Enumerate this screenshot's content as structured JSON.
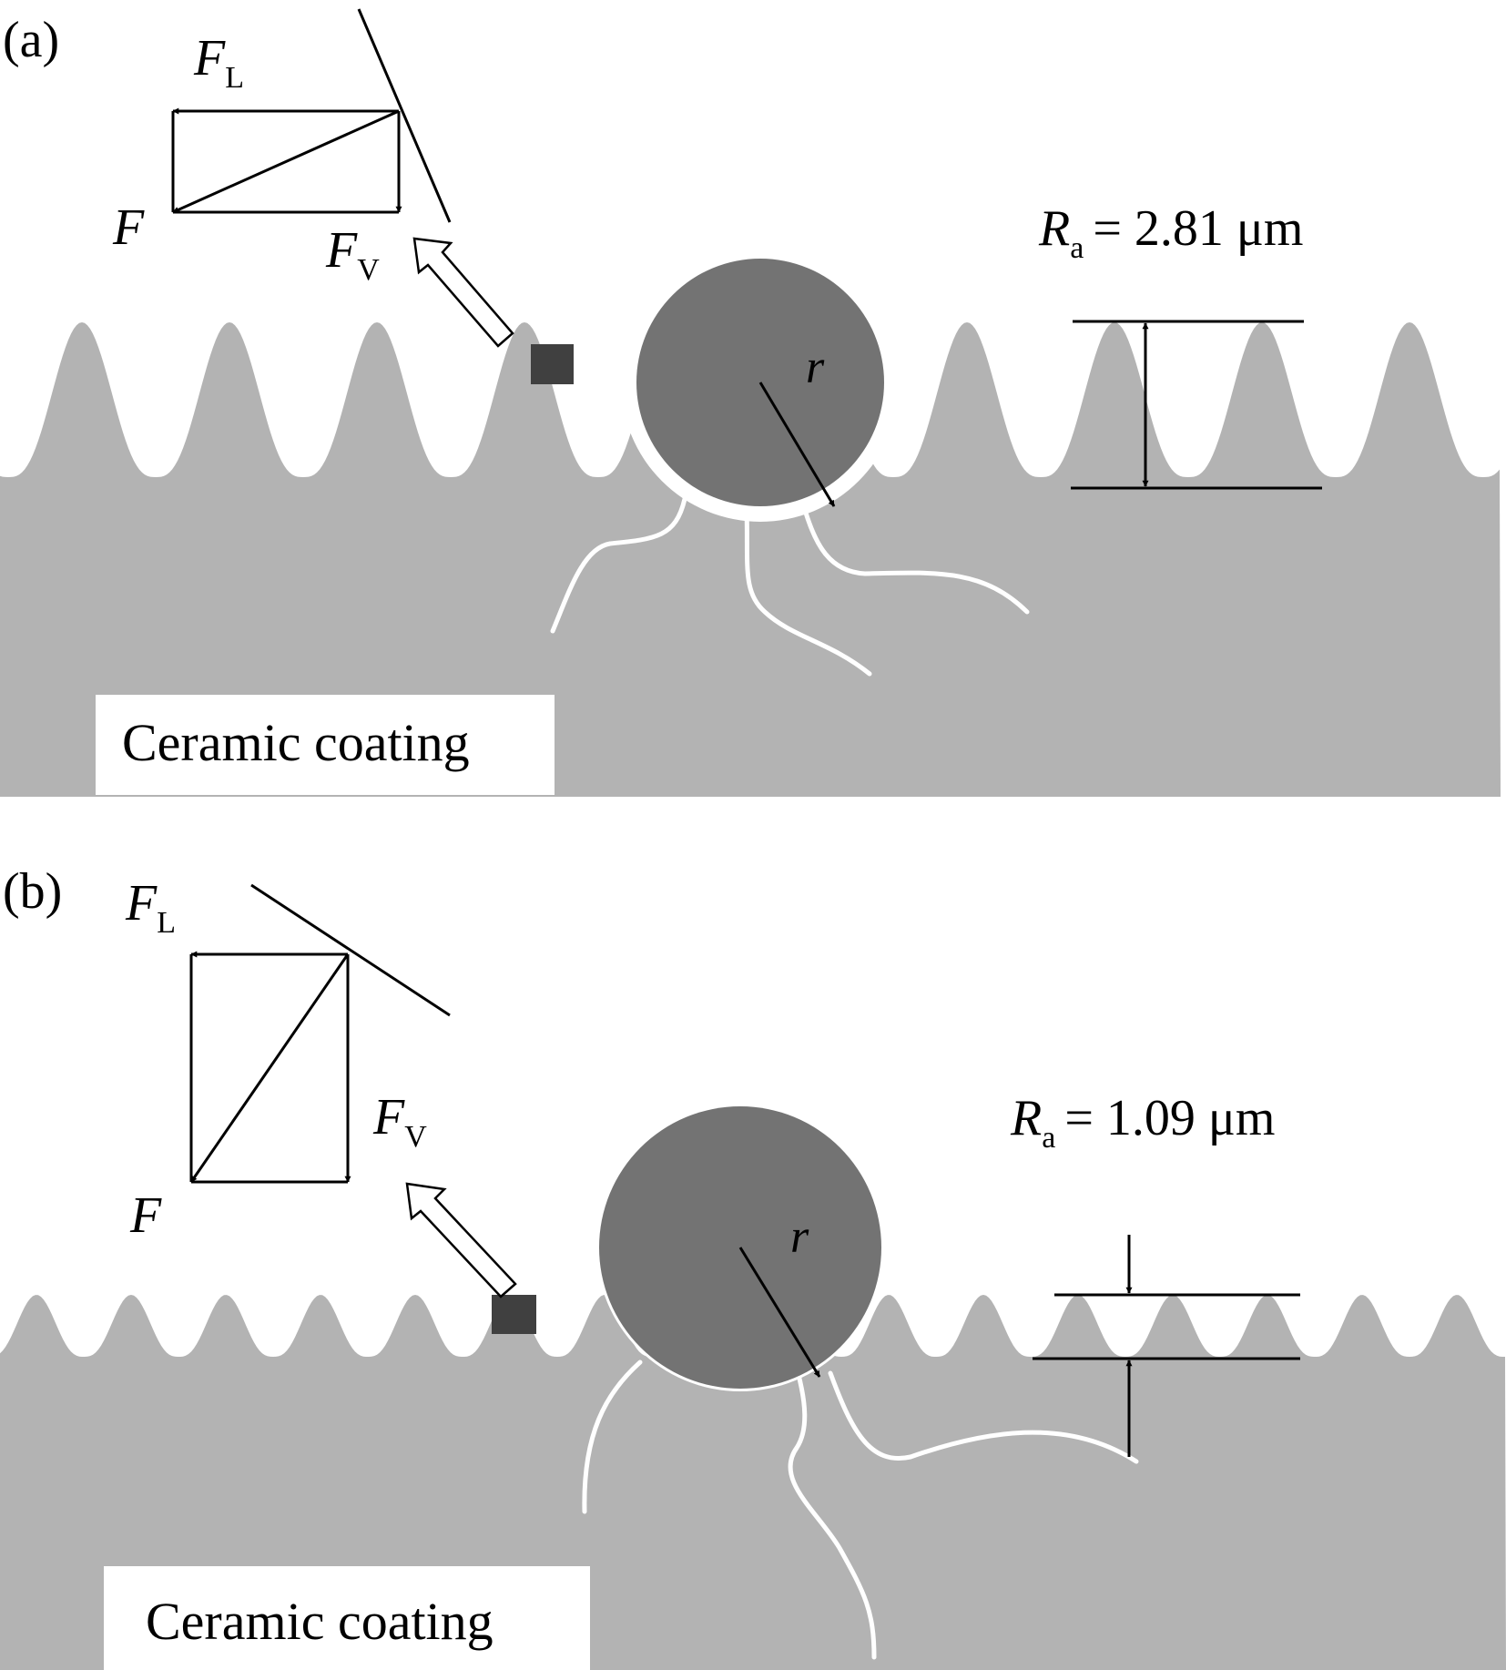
{
  "panels": [
    {
      "tag": "(a)",
      "force_labels": {
        "lateral": "F",
        "lateral_sub": "L",
        "vertical": "F",
        "vertical_sub": "V",
        "resultant": "F"
      },
      "radius_label": "r",
      "roughness": {
        "symbol": "R",
        "subscript": "a",
        "value": "= 2.81 μm"
      },
      "material_label": "Ceramic coating"
    },
    {
      "tag": "(b)",
      "force_labels": {
        "lateral": "F",
        "lateral_sub": "L",
        "vertical": "F",
        "vertical_sub": "V",
        "resultant": "F"
      },
      "radius_label": "r",
      "roughness": {
        "symbol": "R",
        "subscript": "a",
        "value": "= 1.09 μm"
      },
      "material_label": "Ceramic coating"
    }
  ],
  "colors": {
    "coating": "#b3b3b3",
    "particle": "#737373",
    "square": "#404040",
    "line": "#000000",
    "crack": "#ffffff"
  }
}
